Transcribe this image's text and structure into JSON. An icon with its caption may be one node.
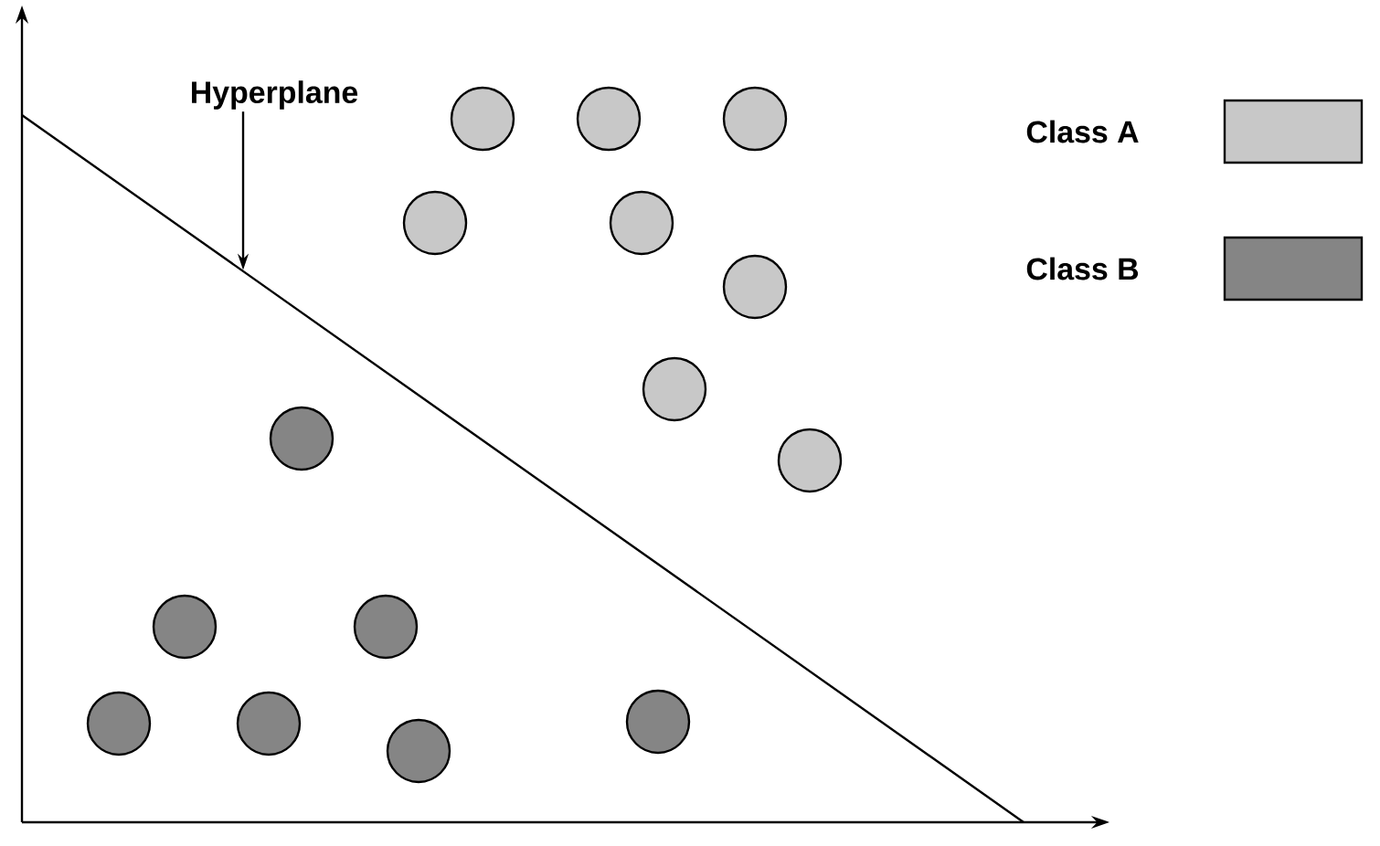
{
  "diagram": {
    "nodes": [
      {
        "text": [
          "Hyperplane"
        ]
      },
      {
        "text": [],
        "shape": "line"
      }
    ],
    "edges": [
      {
        "from": 0,
        "to": 1,
        "arrow": "to"
      }
    ],
    "legend": [
      {
        "text": "Class A",
        "color": "#c8c8c8"
      },
      {
        "text": "Class B",
        "color": "#858585"
      }
    ]
  }
}
